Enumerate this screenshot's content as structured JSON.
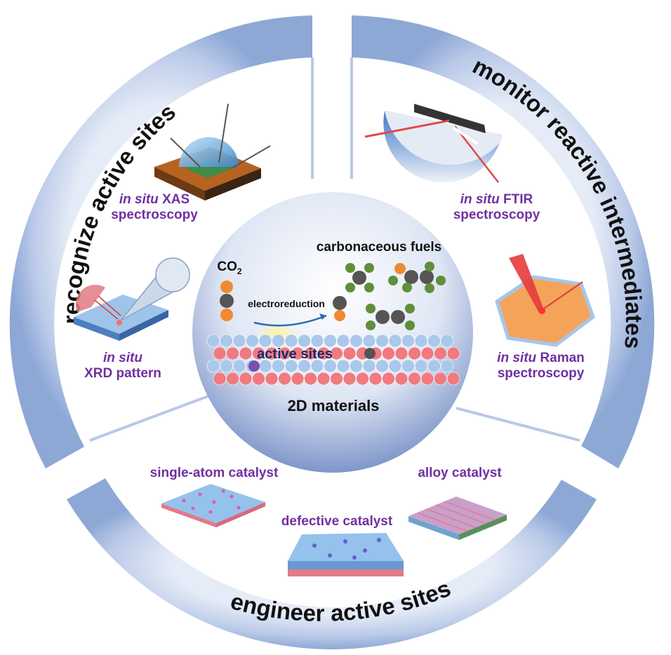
{
  "ring": {
    "left_title": "recognize active sites",
    "right_title": "monitor reactive intermediates",
    "bottom_title": "engineer active sites"
  },
  "xas": {
    "italic": "in situ",
    "rest": " XAS",
    "line2": "spectroscopy"
  },
  "xrd": {
    "line1": "in situ",
    "line2": "XRD pattern"
  },
  "ftir": {
    "italic": "in situ",
    "rest": " FTIR",
    "line2": "spectroscopy"
  },
  "raman": {
    "italic": "in situ",
    "rest": " Raman",
    "line2": "spectroscopy"
  },
  "center": {
    "fuels": "carbonaceous fuels",
    "co2_main": "CO",
    "co2_sub": "2",
    "reaction": "electroreduction",
    "active_sites": "active sites",
    "materials": "2D materials"
  },
  "catalysts": {
    "single_atom": "single-atom catalyst",
    "alloy": "alloy catalyst",
    "defective": "defective catalyst"
  },
  "colors": {
    "label_purple": "#7030a0",
    "ring_blue": "#9fb6e0",
    "oxygen": "#f08a30",
    "carbon": "#555555",
    "hydrogen": "#5f8f3a",
    "atom_blue": "#a9c8ea",
    "atom_red": "#f07a80"
  }
}
